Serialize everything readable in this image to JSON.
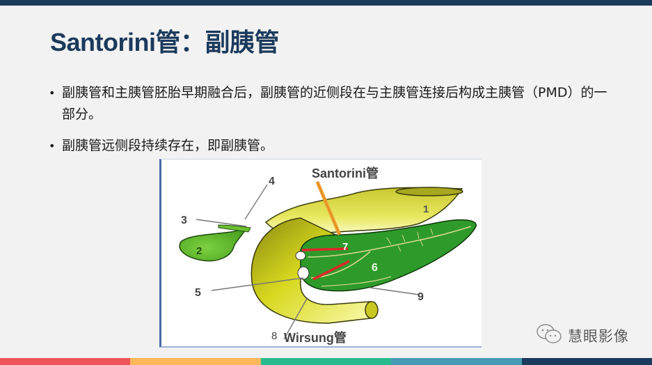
{
  "slide": {
    "title": "Santorini管：副胰管",
    "bullets": [
      {
        "text": "副胰管和主胰管胚胎早期融合后，副胰管的近侧段在与主胰管连接后构成主胰管（PMD）的一部分。"
      },
      {
        "text": "副胰管远侧段持续存在，即副胰管。"
      }
    ],
    "bullet_marker": "•"
  },
  "figure": {
    "labels": {
      "santorini": "Santorini管",
      "wirsung": "Wirsung管",
      "n1": "1",
      "n2": "2",
      "n3": "3",
      "n4": "4",
      "n5": "5",
      "n6": "6",
      "n7": "7",
      "n8": "8",
      "n9": "9"
    }
  },
  "watermark": {
    "icon": "wechat-icon",
    "text": "慧眼影像"
  },
  "theme": {
    "top_bar": "#1b3a5c",
    "title_color": "#1b3a5c",
    "stripe_colors": [
      "#ee5459",
      "#feb85a",
      "#27bb8f",
      "#459bb6",
      "#1b3a5c"
    ]
  }
}
